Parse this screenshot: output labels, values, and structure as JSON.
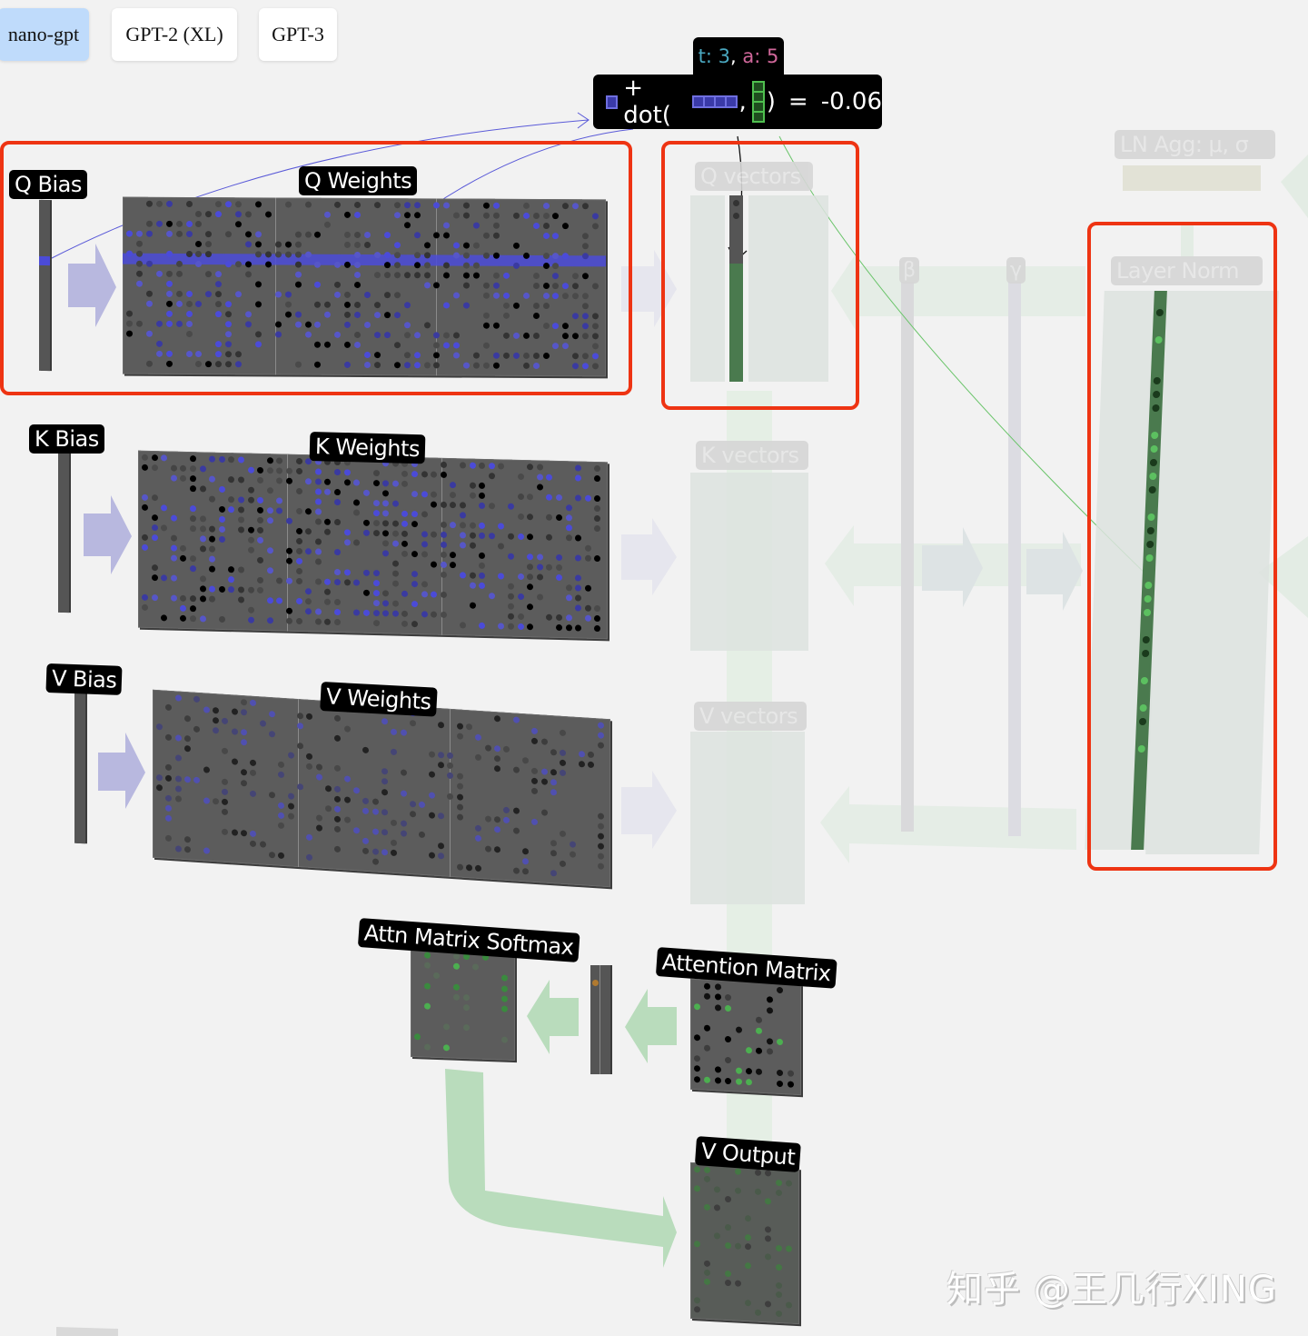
{
  "model_selector": {
    "options": [
      {
        "label": "nano-gpt",
        "active": true
      },
      {
        "label": "GPT-2 (XL)",
        "active": false
      },
      {
        "label": "GPT-3",
        "active": false
      }
    ]
  },
  "tooltip": {
    "t_label": "t: 3",
    "separator": ", ",
    "a_label": "a: 5",
    "t_color": "#4aa8c0",
    "a_color": "#d0679a",
    "expression_plus": "+ dot(",
    "expression_comma": ",",
    "expression_close": ")",
    "expression_equals": "=",
    "result": "-0.06",
    "icons": [
      "bias-cell-icon",
      "weight-row-vector-icon",
      "input-column-vector-icon"
    ]
  },
  "labels": {
    "q_bias": "Q Bias",
    "q_weights": "Q Weights",
    "k_bias": "K Bias",
    "k_weights": "K Weights",
    "v_bias": "V Bias",
    "v_weights": "V Weights",
    "q_vectors": "Q vectors",
    "k_vectors": "K vectors",
    "v_vectors": "V vectors",
    "ln_agg": "LN Agg: μ, σ",
    "layer_norm": "Layer Norm",
    "beta": "β",
    "gamma": "γ",
    "attn_softmax": "Attn Matrix Softmax",
    "attention_matrix": "Attention Matrix",
    "v_output": "V Output"
  },
  "colors": {
    "background": "#f2f2f2",
    "highlight_border": "#ee3413",
    "weight_blue": "#4b4bd8",
    "activation_green": "#4caf50",
    "flow_green": "#b9dcbc",
    "flow_blue": "#b8b8df"
  },
  "watermark": "知乎 @王几行XING"
}
